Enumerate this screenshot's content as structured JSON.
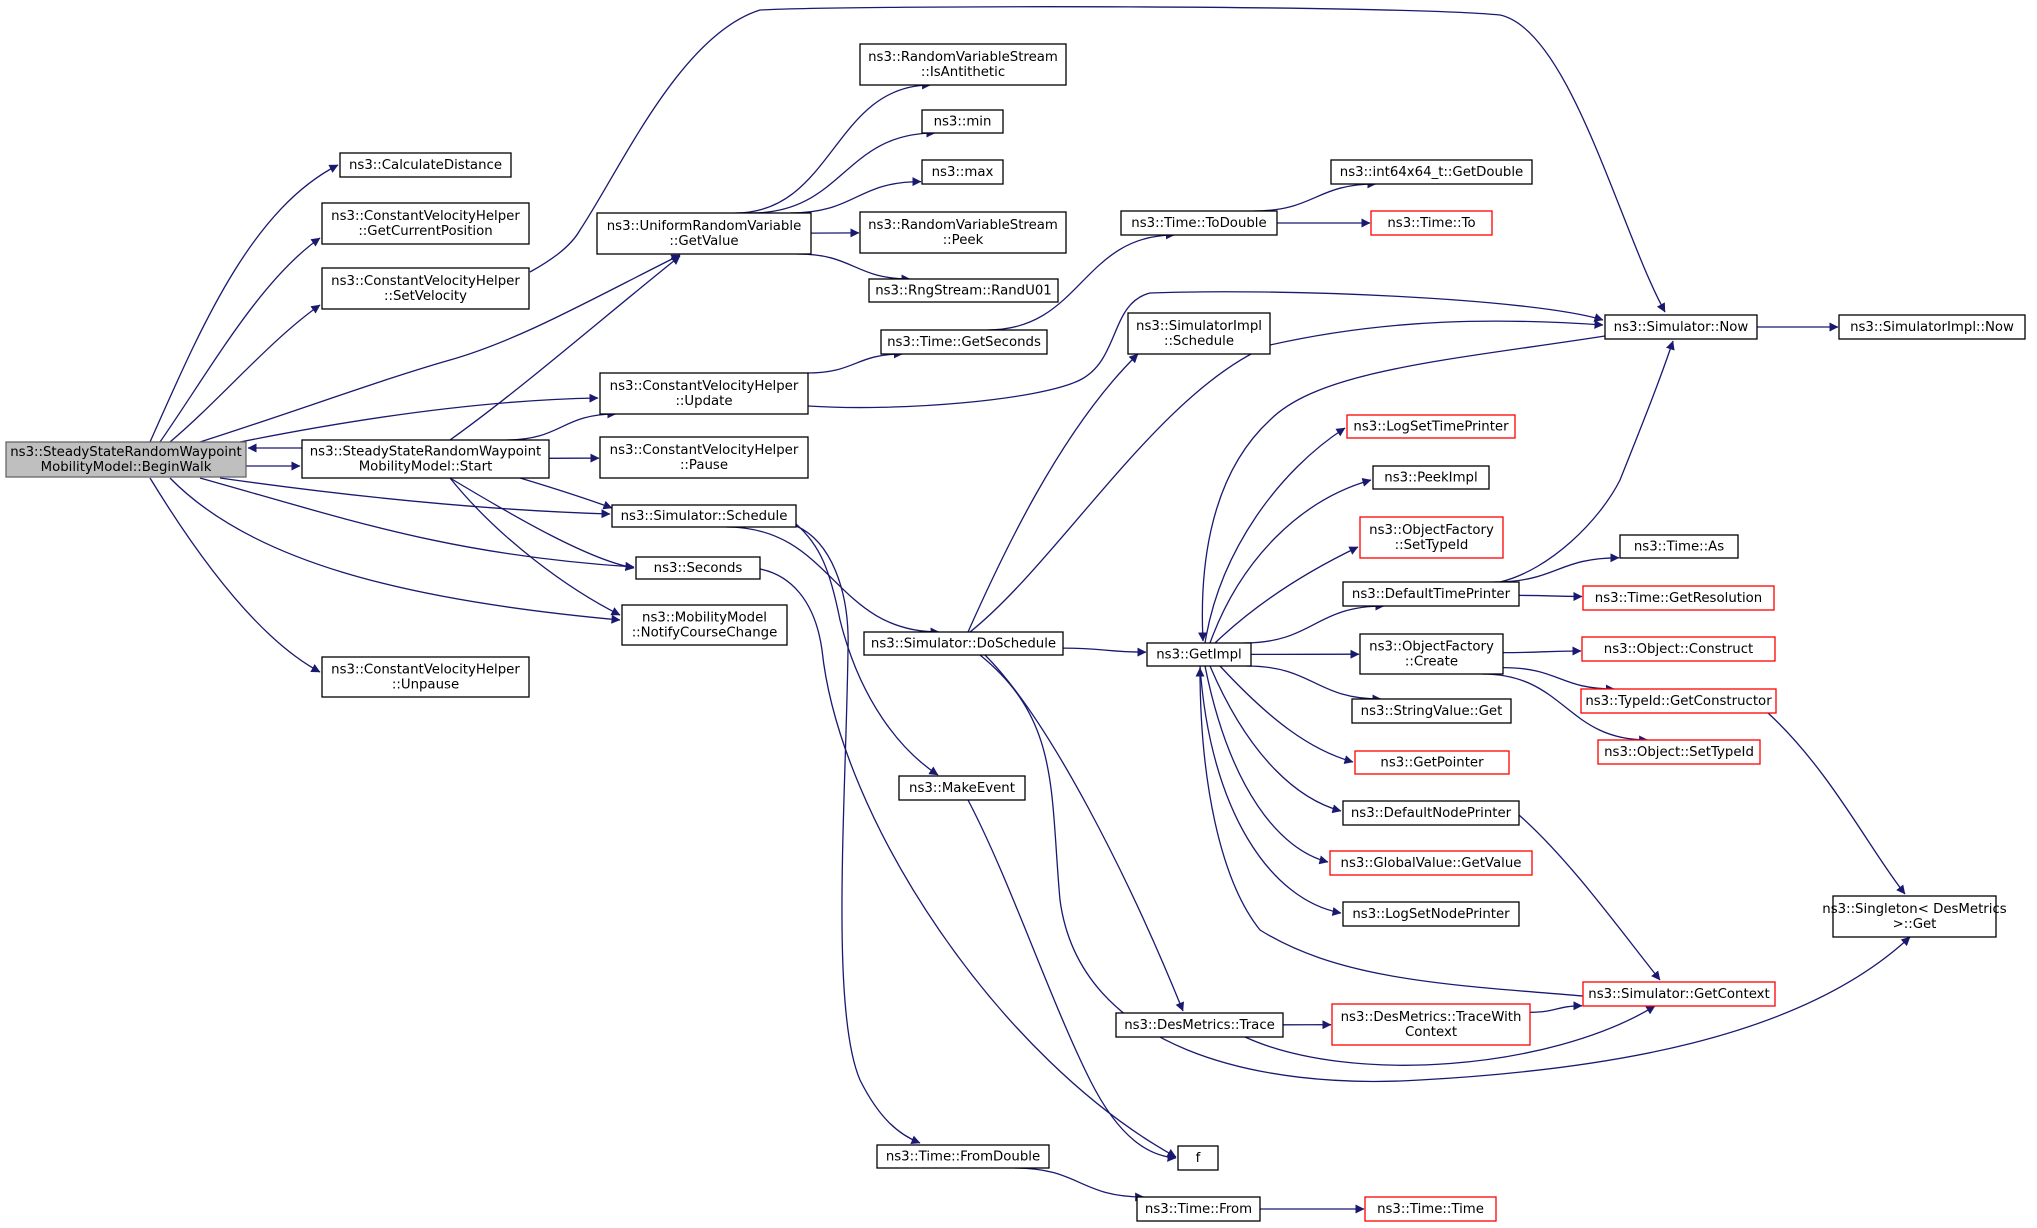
{
  "colors": {
    "edge": "#191970",
    "node_fill": "#ffffff",
    "node_stroke": "#000000",
    "node_stroke_incomplete": "#ff0000",
    "root_fill": "#bfbfbf",
    "root_stroke": "#666666"
  },
  "nodes": [
    {
      "id": "beginwalk",
      "lines": [
        "ns3::SteadyStateRandomWaypoint",
        "MobilityModel::BeginWalk"
      ],
      "style": "root"
    },
    {
      "id": "calcdist",
      "lines": [
        "ns3::CalculateDistance"
      ],
      "style": "normal"
    },
    {
      "id": "cvh_getpos",
      "lines": [
        "ns3::ConstantVelocityHelper",
        "::GetCurrentPosition"
      ],
      "style": "normal"
    },
    {
      "id": "cvh_setvel",
      "lines": [
        "ns3::ConstantVelocityHelper",
        "::SetVelocity"
      ],
      "style": "normal"
    },
    {
      "id": "urv_getvalue",
      "lines": [
        "ns3::UniformRandomVariable",
        "::GetValue"
      ],
      "style": "normal"
    },
    {
      "id": "cvh_update",
      "lines": [
        "ns3::ConstantVelocityHelper",
        "::Update"
      ],
      "style": "normal"
    },
    {
      "id": "ssrw_start",
      "lines": [
        "ns3::SteadyStateRandomWaypoint",
        "MobilityModel::Start"
      ],
      "style": "normal"
    },
    {
      "id": "cvh_pause",
      "lines": [
        "ns3::ConstantVelocityHelper",
        "::Pause"
      ],
      "style": "normal"
    },
    {
      "id": "sim_schedule",
      "lines": [
        "ns3::Simulator::Schedule"
      ],
      "style": "normal"
    },
    {
      "id": "seconds",
      "lines": [
        "ns3::Seconds"
      ],
      "style": "normal"
    },
    {
      "id": "mm_notify",
      "lines": [
        "ns3::MobilityModel",
        "::NotifyCourseChange"
      ],
      "style": "normal"
    },
    {
      "id": "cvh_unpause",
      "lines": [
        "ns3::ConstantVelocityHelper",
        "::Unpause"
      ],
      "style": "normal"
    },
    {
      "id": "rvs_isanti",
      "lines": [
        "ns3::RandomVariableStream",
        "::IsAntithetic"
      ],
      "style": "normal"
    },
    {
      "id": "min",
      "lines": [
        "ns3::min"
      ],
      "style": "normal"
    },
    {
      "id": "max",
      "lines": [
        "ns3::max"
      ],
      "style": "normal"
    },
    {
      "id": "rvs_peek",
      "lines": [
        "ns3::RandomVariableStream",
        "::Peek"
      ],
      "style": "normal"
    },
    {
      "id": "rng_randu01",
      "lines": [
        "ns3::RngStream::RandU01"
      ],
      "style": "normal"
    },
    {
      "id": "time_getseconds",
      "lines": [
        "ns3::Time::GetSeconds"
      ],
      "style": "normal"
    },
    {
      "id": "time_todouble",
      "lines": [
        "ns3::Time::ToDouble"
      ],
      "style": "normal"
    },
    {
      "id": "int64_getdouble",
      "lines": [
        "ns3::int64x64_t::GetDouble"
      ],
      "style": "normal"
    },
    {
      "id": "time_to",
      "lines": [
        "ns3::Time::To"
      ],
      "style": "incomplete"
    },
    {
      "id": "sim_now",
      "lines": [
        "ns3::Simulator::Now"
      ],
      "style": "normal"
    },
    {
      "id": "simimpl_now",
      "lines": [
        "ns3::SimulatorImpl::Now"
      ],
      "style": "normal"
    },
    {
      "id": "simimpl_schedule",
      "lines": [
        "ns3::SimulatorImpl",
        "::Schedule"
      ],
      "style": "normal"
    },
    {
      "id": "sim_doschedule",
      "lines": [
        "ns3::Simulator::DoSchedule"
      ],
      "style": "normal"
    },
    {
      "id": "getimpl",
      "lines": [
        "ns3::GetImpl"
      ],
      "style": "normal"
    },
    {
      "id": "logsettimeprinter",
      "lines": [
        "ns3::LogSetTimePrinter"
      ],
      "style": "incomplete"
    },
    {
      "id": "peekimpl",
      "lines": [
        "ns3::PeekImpl"
      ],
      "style": "normal"
    },
    {
      "id": "of_settypeid",
      "lines": [
        "ns3::ObjectFactory",
        "::SetTypeId"
      ],
      "style": "incomplete"
    },
    {
      "id": "defaulttimeprinter",
      "lines": [
        "ns3::DefaultTimePrinter"
      ],
      "style": "normal"
    },
    {
      "id": "time_as",
      "lines": [
        "ns3::Time::As"
      ],
      "style": "normal"
    },
    {
      "id": "time_getresolution",
      "lines": [
        "ns3::Time::GetResolution"
      ],
      "style": "incomplete"
    },
    {
      "id": "of_create",
      "lines": [
        "ns3::ObjectFactory",
        "::Create"
      ],
      "style": "normal"
    },
    {
      "id": "obj_construct",
      "lines": [
        "ns3::Object::Construct"
      ],
      "style": "incomplete"
    },
    {
      "id": "typeid_getctor",
      "lines": [
        "ns3::TypeId::GetConstructor"
      ],
      "style": "incomplete"
    },
    {
      "id": "stringvalue_get",
      "lines": [
        "ns3::StringValue::Get"
      ],
      "style": "normal"
    },
    {
      "id": "obj_settypeid",
      "lines": [
        "ns3::Object::SetTypeId"
      ],
      "style": "incomplete"
    },
    {
      "id": "getpointer",
      "lines": [
        "ns3::GetPointer"
      ],
      "style": "incomplete"
    },
    {
      "id": "makeevent",
      "lines": [
        "ns3::MakeEvent"
      ],
      "style": "normal"
    },
    {
      "id": "defaultnodeprinter",
      "lines": [
        "ns3::DefaultNodePrinter"
      ],
      "style": "normal"
    },
    {
      "id": "globalvalue_getvalue",
      "lines": [
        "ns3::GlobalValue::GetValue"
      ],
      "style": "incomplete"
    },
    {
      "id": "logsetnodeprinter",
      "lines": [
        "ns3::LogSetNodePrinter"
      ],
      "style": "normal"
    },
    {
      "id": "singleton_get",
      "lines": [
        "ns3::Singleton< DesMetrics",
        " >::Get"
      ],
      "style": "normal"
    },
    {
      "id": "desmetrics_trace",
      "lines": [
        "ns3::DesMetrics::Trace"
      ],
      "style": "normal"
    },
    {
      "id": "desmetrics_tracewithctx",
      "lines": [
        "ns3::DesMetrics::TraceWith",
        "Context"
      ],
      "style": "incomplete"
    },
    {
      "id": "sim_getcontext",
      "lines": [
        "ns3::Simulator::GetContext"
      ],
      "style": "incomplete"
    },
    {
      "id": "f",
      "lines": [
        "f"
      ],
      "style": "normal"
    },
    {
      "id": "time_fromdouble",
      "lines": [
        "ns3::Time::FromDouble"
      ],
      "style": "normal"
    },
    {
      "id": "time_from",
      "lines": [
        "ns3::Time::From"
      ],
      "style": "normal"
    },
    {
      "id": "time_time",
      "lines": [
        "ns3::Time::Time"
      ],
      "style": "incomplete"
    }
  ],
  "edges": [
    {
      "from": "beginwalk",
      "to": "calcdist"
    },
    {
      "from": "beginwalk",
      "to": "cvh_getpos"
    },
    {
      "from": "beginwalk",
      "to": "cvh_setvel"
    },
    {
      "from": "beginwalk",
      "to": "urv_getvalue"
    },
    {
      "from": "beginwalk",
      "to": "cvh_update"
    },
    {
      "from": "beginwalk",
      "to": "ssrw_start"
    },
    {
      "from": "beginwalk",
      "to": "sim_schedule"
    },
    {
      "from": "beginwalk",
      "to": "seconds"
    },
    {
      "from": "beginwalk",
      "to": "mm_notify"
    },
    {
      "from": "beginwalk",
      "to": "cvh_unpause"
    },
    {
      "from": "cvh_setvel",
      "to": "sim_now"
    },
    {
      "from": "ssrw_start",
      "to": "beginwalk"
    },
    {
      "from": "ssrw_start",
      "to": "urv_getvalue"
    },
    {
      "from": "ssrw_start",
      "to": "cvh_update"
    },
    {
      "from": "ssrw_start",
      "to": "cvh_pause"
    },
    {
      "from": "ssrw_start",
      "to": "sim_schedule"
    },
    {
      "from": "ssrw_start",
      "to": "seconds"
    },
    {
      "from": "ssrw_start",
      "to": "mm_notify"
    },
    {
      "from": "urv_getvalue",
      "to": "rvs_isanti"
    },
    {
      "from": "urv_getvalue",
      "to": "min"
    },
    {
      "from": "urv_getvalue",
      "to": "max"
    },
    {
      "from": "urv_getvalue",
      "to": "rvs_peek"
    },
    {
      "from": "urv_getvalue",
      "to": "rng_randu01"
    },
    {
      "from": "cvh_update",
      "to": "time_getseconds"
    },
    {
      "from": "cvh_update",
      "to": "sim_now"
    },
    {
      "from": "time_getseconds",
      "to": "time_todouble"
    },
    {
      "from": "time_todouble",
      "to": "int64_getdouble"
    },
    {
      "from": "time_todouble",
      "to": "time_to"
    },
    {
      "from": "sim_now",
      "to": "simimpl_now"
    },
    {
      "from": "sim_now",
      "to": "getimpl"
    },
    {
      "from": "sim_schedule",
      "to": "sim_doschedule"
    },
    {
      "from": "sim_schedule",
      "to": "makeevent"
    },
    {
      "from": "sim_schedule",
      "to": "time_fromdouble"
    },
    {
      "from": "seconds",
      "to": "f"
    },
    {
      "from": "sim_doschedule",
      "to": "simimpl_schedule"
    },
    {
      "from": "sim_doschedule",
      "to": "sim_now"
    },
    {
      "from": "sim_doschedule",
      "to": "getimpl"
    },
    {
      "from": "sim_doschedule",
      "to": "desmetrics_trace"
    },
    {
      "from": "sim_doschedule",
      "to": "singleton_get"
    },
    {
      "from": "getimpl",
      "to": "logsettimeprinter"
    },
    {
      "from": "getimpl",
      "to": "peekimpl"
    },
    {
      "from": "getimpl",
      "to": "of_settypeid"
    },
    {
      "from": "getimpl",
      "to": "defaulttimeprinter"
    },
    {
      "from": "getimpl",
      "to": "of_create"
    },
    {
      "from": "getimpl",
      "to": "stringvalue_get"
    },
    {
      "from": "getimpl",
      "to": "getpointer"
    },
    {
      "from": "getimpl",
      "to": "defaultnodeprinter"
    },
    {
      "from": "getimpl",
      "to": "globalvalue_getvalue"
    },
    {
      "from": "getimpl",
      "to": "logsetnodeprinter"
    },
    {
      "from": "defaulttimeprinter",
      "to": "sim_now"
    },
    {
      "from": "defaulttimeprinter",
      "to": "time_as"
    },
    {
      "from": "defaulttimeprinter",
      "to": "time_getresolution"
    },
    {
      "from": "of_create",
      "to": "obj_construct"
    },
    {
      "from": "of_create",
      "to": "typeid_getctor"
    },
    {
      "from": "of_create",
      "to": "obj_settypeid"
    },
    {
      "from": "typeid_getctor",
      "to": "singleton_get"
    },
    {
      "from": "defaultnodeprinter",
      "to": "sim_getcontext"
    },
    {
      "from": "sim_getcontext",
      "to": "getimpl"
    },
    {
      "from": "desmetrics_trace",
      "to": "desmetrics_tracewithctx"
    },
    {
      "from": "desmetrics_trace",
      "to": "sim_getcontext"
    },
    {
      "from": "desmetrics_tracewithctx",
      "to": "sim_getcontext"
    },
    {
      "from": "makeevent",
      "to": "f"
    },
    {
      "from": "time_fromdouble",
      "to": "time_from"
    },
    {
      "from": "time_from",
      "to": "time_time"
    }
  ]
}
